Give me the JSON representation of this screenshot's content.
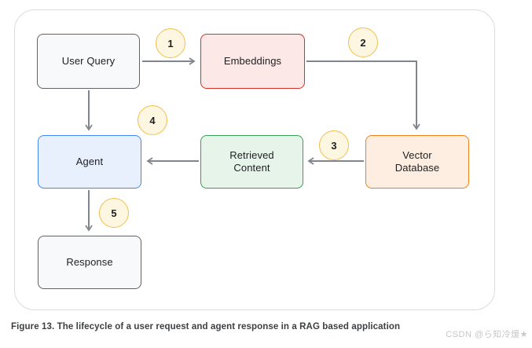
{
  "figure": {
    "caption": "Figure 13. The lifecycle of a user request and agent response in a RAG based application"
  },
  "watermark": {
    "text": "CSDN @ら知冷煖★"
  },
  "diagram": {
    "nodes": [
      {
        "id": "user-query",
        "label": "User Query",
        "fill": "#f8f9fa",
        "border": "#5f6368"
      },
      {
        "id": "embeddings",
        "label": "Embeddings",
        "fill": "#fce8e6",
        "border": "#d93025"
      },
      {
        "id": "vector-database",
        "label": "Vector Database",
        "fill": "#fdeee1",
        "border": "#ef8018"
      },
      {
        "id": "retrieved-content",
        "label": "Retrieved Content",
        "fill": "#e7f4ea",
        "border": "#35a156"
      },
      {
        "id": "agent",
        "label": "Agent",
        "fill": "#e8f0fe",
        "border": "#4285f4"
      },
      {
        "id": "response",
        "label": "Response",
        "fill": "#f8f9fa",
        "border": "#5f6368"
      }
    ],
    "steps": [
      {
        "number": "1"
      },
      {
        "number": "2"
      },
      {
        "number": "3"
      },
      {
        "number": "4"
      },
      {
        "number": "5"
      }
    ],
    "edges": [
      {
        "from": "user-query",
        "to": "embeddings",
        "step": "1"
      },
      {
        "from": "embeddings",
        "to": "vector-database",
        "step": "2"
      },
      {
        "from": "vector-database",
        "to": "retrieved-content",
        "step": "3"
      },
      {
        "from": "retrieved-content",
        "to": "agent",
        "step": "4"
      },
      {
        "from": "user-query",
        "to": "agent",
        "step": ""
      },
      {
        "from": "agent",
        "to": "response",
        "step": "5"
      }
    ],
    "colors": {
      "arrow": "#80868b",
      "step_fill": "#fdf6e0",
      "step_border": "#f0c04d",
      "frame_border": "#dadce0",
      "text": "#202124"
    }
  }
}
